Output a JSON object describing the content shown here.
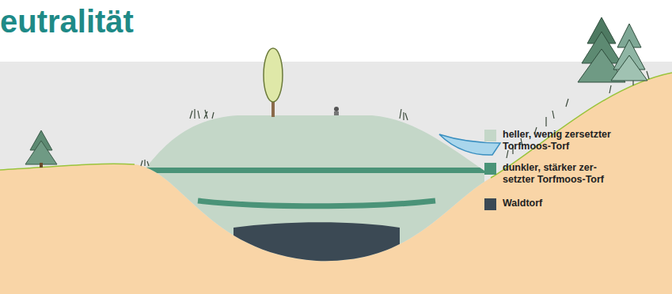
{
  "diagram": {
    "title": "eutralität",
    "legend": [
      {
        "text": "heller, wenig zersetzter Torfmoos-Torf",
        "color": "#c4d7c8"
      },
      {
        "text": "dunkler, stärker zer- setzter Torfmoos-Torf",
        "color": "#4a9378"
      },
      {
        "text": "Waldtorf",
        "color": "#3b4954"
      }
    ]
  }
}
